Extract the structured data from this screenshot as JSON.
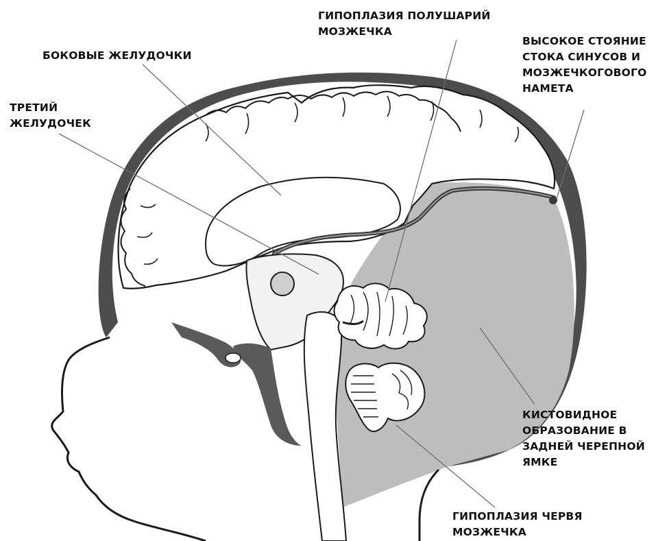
{
  "labels": {
    "lateral_ventricles": [
      "БОКОВЫЕ ЖЕЛУДОЧКИ"
    ],
    "third_ventricle": [
      "ТРЕТИЙ",
      "ЖЕЛУДОЧЕК"
    ],
    "cerebellar_hemispheres_hypoplasia": [
      "ГИПОПЛАЗИЯ ПОЛУШАРИЙ",
      "МОЗЖЕЧКА"
    ],
    "high_torcular_tentorium": [
      "ВЫСОКОЕ СТОЯНИЕ",
      "СТОКА СИНУСОВ И",
      "МОЗЖЕЧКОГОВОГО",
      "НАМЕТА"
    ],
    "posterior_fossa_cyst": [
      "КИСТОВИДНОЕ",
      "ОБРАЗОВАНИЕ В",
      "ЗАДНЕЙ ЧЕРЕПНОЙ",
      "ЯМКЕ"
    ],
    "vermis_hypoplasia": [
      "ГИПОПЛАЗИЯ ЧЕРВЯ",
      "МОЗЖЕЧКА"
    ]
  },
  "colors": {
    "skull": "#4d4d4d",
    "brain_fill": "#ffffff",
    "outline": "#1a1a1a",
    "cyst": "#bdbdbd",
    "csf_dark": "#5a5a5a",
    "leader": "#6e6e6e",
    "background": "#ffffff"
  }
}
